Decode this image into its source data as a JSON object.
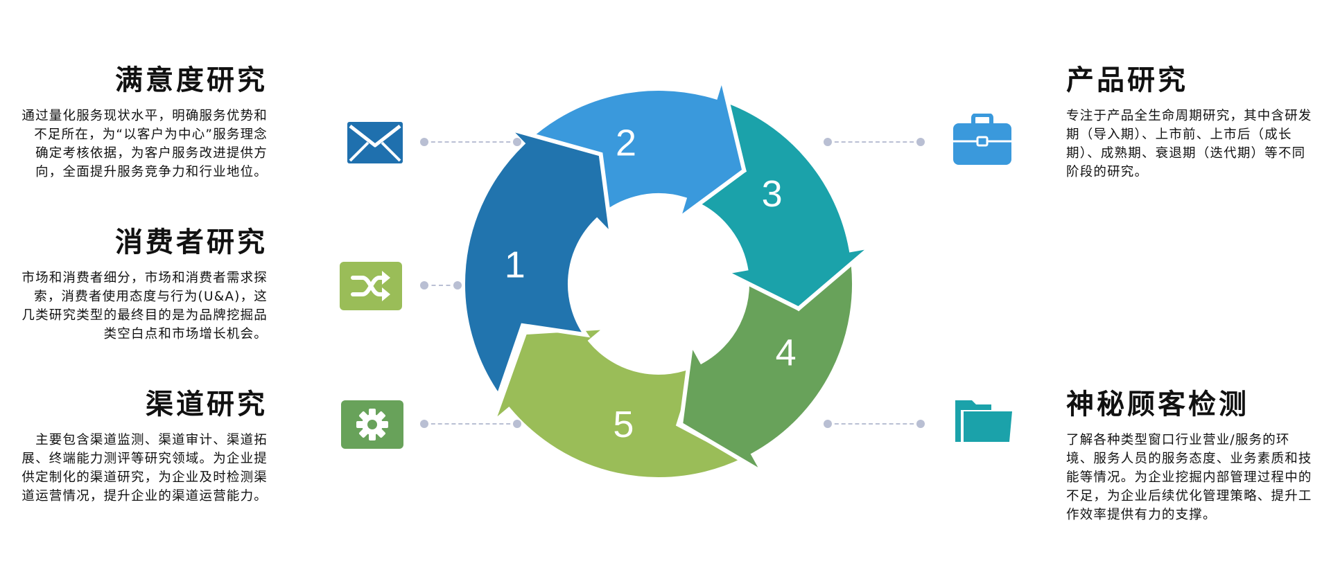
{
  "cycle": {
    "segments": [
      {
        "label": "1",
        "color": "#2174AE"
      },
      {
        "label": "2",
        "color": "#3A99DC"
      },
      {
        "label": "3",
        "color": "#1BA2AA"
      },
      {
        "label": "4",
        "color": "#68A25A"
      },
      {
        "label": "5",
        "color": "#9ABD58"
      }
    ]
  },
  "items": {
    "satisfaction": {
      "title": "满意度研究",
      "desc": "通过量化服务现状水平，明确服务优势和不足所在，为“以客户为中心”服务理念确定考核依据，为客户服务改进提供方向，全面提升服务竞争力和行业地位。",
      "icon": "envelope-icon",
      "color": "#1F70AE"
    },
    "consumer": {
      "title": "消费者研究",
      "desc": "市场和消费者细分，市场和消费者需求探索，消费者使用态度与行为(U&A)，这几类研究类型的最终目的是为品牌挖掘品类空白点和市场增长机会。",
      "icon": "shuffle-icon",
      "color": "#9ABD58"
    },
    "channel": {
      "title": "渠道研究",
      "desc": "主要包含渠道监测、渠道审计、渠道拓展、终端能力测评等研究领域。为企业提供定制化的渠道研究，为企业及时检测渠道运营情况，提升企业的渠道运营能力。",
      "icon": "gear-icon",
      "color": "#68A25A"
    },
    "product": {
      "title": "产品研究",
      "desc": "专注于产品全生命周期研究，其中含研发期（导入期）、上市前、上市后（成长期）、成熟期、衰退期（迭代期）等不同阶段的研究。",
      "icon": "briefcase-icon",
      "color": "#3A99DC"
    },
    "mystery": {
      "title": "神秘顾客检测",
      "desc": "了解各种类型窗口行业营业/服务的环境、服务人员的服务态度、业务素质和技能等情况。为企业挖掘内部管理过程中的不足，为企业后续优化管理策略、提升工作效率提供有力的支撑。",
      "icon": "folder-icon",
      "color": "#1BA2AA"
    }
  }
}
